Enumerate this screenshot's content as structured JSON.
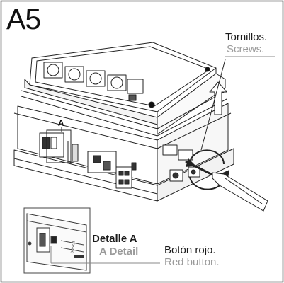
{
  "step_label": "A5",
  "screws": {
    "es": "Tornillos.",
    "en": "Screws."
  },
  "detail": {
    "es": "Detalle A",
    "en": "A Detail"
  },
  "button": {
    "es": "Botón rojo.",
    "en": "Red button."
  },
  "callout_letter": "A",
  "brand_mark": "BOSKIT",
  "colors": {
    "line": "#222222",
    "secondary_text": "#9a9a9a",
    "frame": "#444444"
  }
}
